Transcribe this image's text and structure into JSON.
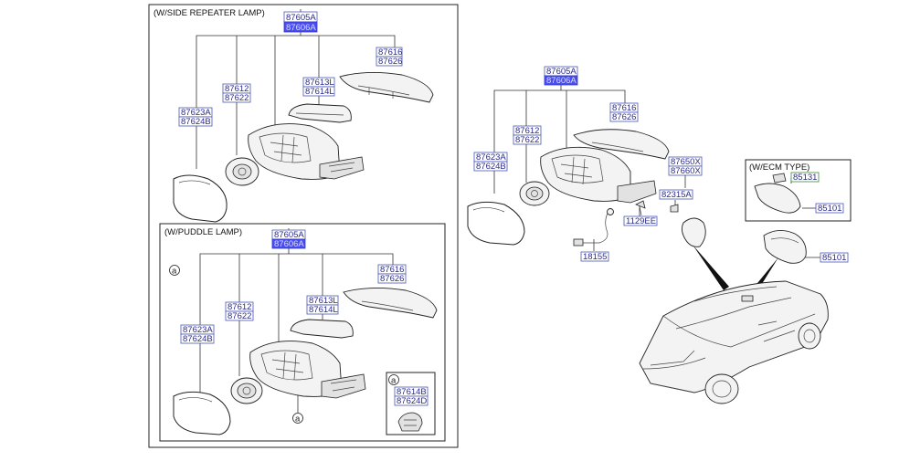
{
  "sections": {
    "side_repeater": {
      "caption": "(W/SIDE REPEATER LAMP)"
    },
    "puddle": {
      "caption": "(W/PUDDLE LAMP)"
    },
    "ecm": {
      "caption": "(W/ECM TYPE)"
    }
  },
  "labels": {
    "sr_87605A": "87605A",
    "sr_87606A": "87606A",
    "sr_87616": "87616",
    "sr_87626": "87626",
    "sr_87613L": "87613L",
    "sr_87614L": "87614L",
    "sr_87612": "87612",
    "sr_87622": "87622",
    "sr_87623A": "87623A",
    "sr_87624B": "87624B",
    "pd_87605A": "87605A",
    "pd_87606A": "87606A",
    "pd_87616": "87616",
    "pd_87626": "87626",
    "pd_87613L": "87613L",
    "pd_87614L": "87614L",
    "pd_87612": "87612",
    "pd_87622": "87622",
    "pd_87623A": "87623A",
    "pd_87624B": "87624B",
    "pd_87614B": "87614B",
    "pd_87624D": "87624D",
    "circle_a": "a",
    "mn_87605A": "87605A",
    "mn_87606A": "87606A",
    "mn_87616": "87616",
    "mn_87626": "87626",
    "mn_87612": "87612",
    "mn_87622": "87622",
    "mn_87623A": "87623A",
    "mn_87624B": "87624B",
    "mn_87650X": "87650X",
    "mn_87660X": "87660X",
    "mn_82315A": "82315A",
    "mn_1129EE": "1129EE",
    "mn_18155": "18155",
    "ecm_85131": "85131",
    "ecm_85101": "85101",
    "mn_85101": "85101"
  }
}
